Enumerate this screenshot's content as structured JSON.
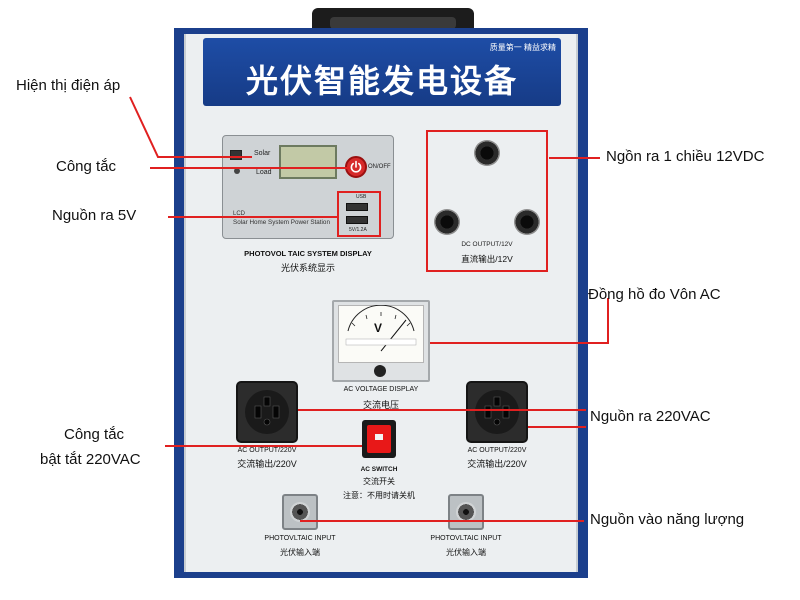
{
  "device": {
    "banner_title": "光伏智能发电设备",
    "banner_slogan": "质量第一 精益求精",
    "controller": {
      "solar_label": "Solar",
      "load_label": "Load",
      "onoff_label": "ON/OFF",
      "usb_label": "USB",
      "usb_rating": "5V/1.2A",
      "lcd_label": "LCD",
      "station_label": "Solar Home System Power Station"
    },
    "pv_display_en": "PHOTOVOL TAIC SYSTEM DISPLAY",
    "pv_display_cn": "光伏系统显示",
    "dc_output_en": "DC OUTPUT/12V",
    "dc_output_cn": "直流输出/12V",
    "meter_unit": "V",
    "ac_voltage_en": "AC VOLTAGE DISPLAY",
    "ac_voltage_cn": "交流电压",
    "ac_output_en": "AC OUTPUT/220V",
    "ac_output_cn": "交流输出/220V",
    "ac_switch_en": "AC SWITCH",
    "ac_switch_cn": "交流开关",
    "ac_switch_note": "注意：不用时请关机",
    "pv_input_en": "PHOTOVLTAIC INPUT",
    "pv_input_cn": "光伏输入端"
  },
  "annotations": {
    "voltage_display": "Hiện thị điện áp",
    "switch": "Công tắc",
    "usb_5v": "Nguồn ra 5V",
    "dc_12v": "Ngồn ra 1 chiều 12VDC",
    "ac_voltmeter": "Đồng hồ đo Vôn AC",
    "ac_220v": "Nguồn ra 220VAC",
    "ac_switch_line1": "Công tắc",
    "ac_switch_line2": "bật tắt 220VAC",
    "energy_input": "Nguồn vào năng lượng"
  },
  "colors": {
    "annotation_red": "#e02020",
    "cabinet_blue": "#1b3f8c",
    "panel_gray": "#eceff1"
  }
}
